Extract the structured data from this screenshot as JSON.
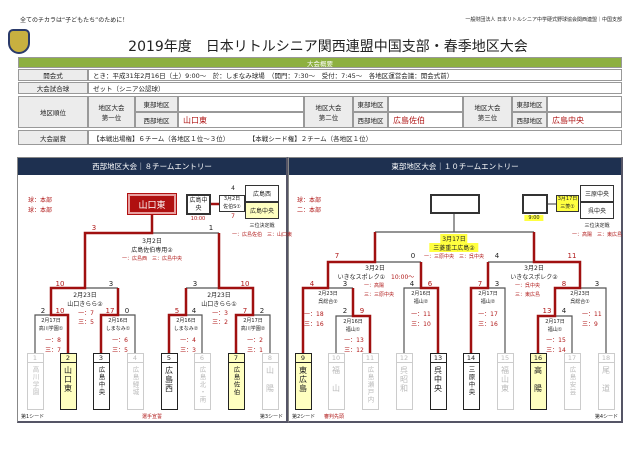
{
  "header": {
    "slogan": "全てのチカラは“子どもたち”のために！",
    "org": "一般財団法人 日本リトルシニア中学硬式野球協会関西連盟｜中国支部",
    "title": "2019年度　日本リトルシニア関西連盟中国支部・春季地区大会"
  },
  "overview": {
    "title": "大会概要",
    "rows": [
      {
        "label": "開会式",
        "value": "とき：平成31年2月16日（土）9:00～　於：しまなみ球場　（開門：7:30～　受付：7:45～　各地区運営会議：開会式前）"
      },
      {
        "label": "大会試合球",
        "value": "ゼット（シニア公認球）"
      },
      {
        "label": "地区順位"
      },
      {
        "label": "大会副賞",
        "value": "【本戦出場権】６チーム（各地区１位～３位）　　　　【本戦シード権】２チーム（各地区１位）"
      }
    ],
    "ranks": [
      {
        "label": "地区大会第一位",
        "east": "",
        "west": "山口東"
      },
      {
        "label": "地区大会第二位",
        "east": "",
        "west": "広島佐伯"
      },
      {
        "label": "地区大会第三位",
        "east": "",
        "west": "広島中央"
      }
    ],
    "east_label": "東部地区",
    "west_label": "西部地区"
  },
  "west": {
    "title": "西部地区大会｜８チームエントリー",
    "ball1": "球：本部",
    "ball2": "球：本部",
    "champion": "山口東",
    "third": {
      "box": "広島中央",
      "time": "10:00",
      "date": "3月2日",
      "venue": "佐伯S①",
      "top": "広島西",
      "bottom": "広島中央",
      "score_top": "4",
      "score_bottom": "7",
      "label": "三位決定戦",
      "umps": "一：広島佐伯　三：山口東"
    },
    "final": {
      "date": "3月2日",
      "venue": "広島佐伯専用②",
      "umps": "一：広島西　三：広島中央",
      "s1": "3",
      "s2": "1"
    },
    "semi1": {
      "date": "2月23日",
      "venue": "山口きらら②",
      "u1": "一：7",
      "u3": "三：5",
      "s1": "10",
      "s2": "3"
    },
    "semi2": {
      "date": "2月23日",
      "venue": "山口きらら①",
      "u1": "一：3",
      "u3": "三：2",
      "s1": "3",
      "s2": "10"
    },
    "q": [
      {
        "date": "2月17日",
        "venue": "高川学園①",
        "u1": "一：8",
        "u3": "三：7",
        "s1": "2",
        "s2": "10"
      },
      {
        "date": "2月16日",
        "venue": "しまなみ①",
        "u1": "一：6",
        "u3": "三：5",
        "s1": "17",
        "s2": "0"
      },
      {
        "date": "2月16日",
        "venue": "しまなみ②",
        "u1": "一：4",
        "u3": "三：3",
        "s1": "5",
        "s2": "4"
      },
      {
        "date": "2月17日",
        "venue": "高川学園②",
        "u1": "一：2",
        "u3": "三：1",
        "s1": "7",
        "s2": "2"
      }
    ],
    "teams": [
      {
        "n": "1",
        "name": "高川学園",
        "state": "fade"
      },
      {
        "n": "2",
        "name": "山口東",
        "state": "win"
      },
      {
        "n": "3",
        "name": "広島中央",
        "state": "on"
      },
      {
        "n": "4",
        "name": "広島鯉城",
        "state": "fade"
      },
      {
        "n": "5",
        "name": "広島西",
        "state": "on"
      },
      {
        "n": "6",
        "name": "広島北・南",
        "state": "fade"
      },
      {
        "n": "7",
        "name": "広島佐伯",
        "state": "win"
      },
      {
        "n": "8",
        "name": "山陽",
        "state": "fade"
      }
    ],
    "seed1": "第1シード",
    "oath": "選手宣誓",
    "seed3": "第3シード"
  },
  "east": {
    "title": "東部地区大会｜１０チームエントリー",
    "ball1": "球：本部",
    "ball2": "二：本部",
    "third": {
      "time": "9:00",
      "date": "3月17日",
      "venue": "三菱①",
      "top": "三原中央",
      "bottom": "呉中央",
      "label": "三位決定戦",
      "umps": "一：高陽　三：東広島"
    },
    "final": {
      "date": "3月17日",
      "venue": "三菱重工広島②",
      "umps": "一：三原中央　三：呉中央",
      "s1": "7",
      "s2": "0",
      "s3": "4",
      "s4": "11"
    },
    "semi1": {
      "date": "3月2日",
      "venue": "いきなスポレク①",
      "time": "10:00～",
      "u1": "一：高陽",
      "u3": "三：三原中央",
      "s1": "4",
      "s2": "3",
      "s3": "4",
      "s4": "6"
    },
    "semi2": {
      "date": "3月2日",
      "venue": "いきなスポレク②",
      "u1": "一：呉中央",
      "u3": "三：東広島",
      "s1": "7",
      "s2": "3",
      "s3": "8",
      "s4": "3"
    },
    "m": [
      {
        "date": "2月23日",
        "venue": "呉総合②",
        "u1": "一：18",
        "u3": "三：16"
      },
      {
        "date": "2月16日",
        "venue": "福山①",
        "u1": "一：13",
        "u3": "三：12",
        "s1": "2",
        "s2": "9"
      },
      {
        "date": "2月16日",
        "venue": "福山②",
        "u1": "一：11",
        "u3": "三：10"
      },
      {
        "date": "2月17日",
        "venue": "福山②",
        "u1": "一：17",
        "u3": "三：16"
      },
      {
        "date": "2月23日",
        "venue": "呉総合①",
        "u1": "一：11",
        "u3": "三：9"
      },
      {
        "date": "2月17日",
        "venue": "福山①",
        "u1": "一：15",
        "u3": "三：14",
        "s1": "13",
        "s2": "4"
      }
    ],
    "teams": [
      {
        "n": "9",
        "name": "東広島",
        "state": "win"
      },
      {
        "n": "10",
        "name": "福山",
        "state": "fade"
      },
      {
        "n": "11",
        "name": "広島瀬戸内",
        "state": "fade"
      },
      {
        "n": "12",
        "name": "呉昭和",
        "state": "fade"
      },
      {
        "n": "13",
        "name": "呉中央",
        "state": "on"
      },
      {
        "n": "14",
        "name": "三原中央",
        "state": "on"
      },
      {
        "n": "15",
        "name": "福山東",
        "state": "fade"
      },
      {
        "n": "16",
        "name": "高陽",
        "state": "win"
      },
      {
        "n": "17",
        "name": "広島安芸",
        "state": "fade"
      },
      {
        "n": "18",
        "name": "尾道",
        "state": "fade"
      }
    ],
    "seed2": "第2シード",
    "ump_lead": "審判先頭",
    "seed4": "第4シード"
  },
  "colors": {
    "accent_green": "#8db040",
    "navy": "#1e3050",
    "red": "#b01818",
    "highlight": "#ffffc0"
  }
}
